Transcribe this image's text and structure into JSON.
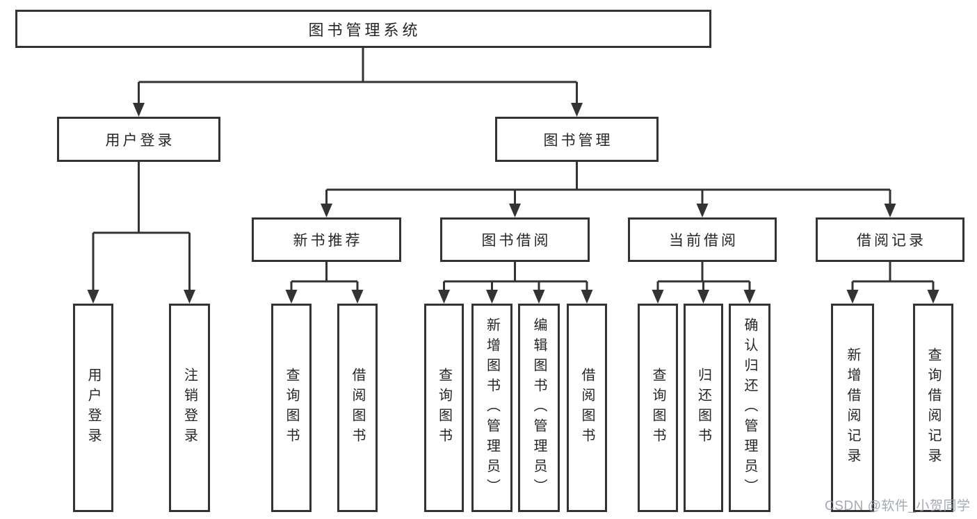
{
  "diagram": {
    "title": "图书管理系统",
    "colors": {
      "line": "#333333",
      "text": "#262626",
      "box_background": "#ffffff",
      "watermark": "#949aa3"
    },
    "nodes": {
      "root": "图书管理系统",
      "user_login": "用户登录",
      "book_mgmt": "图书管理",
      "new_books": "新书推荐",
      "book_borrow": "图书借阅",
      "current_borrow": "当前借阅",
      "borrow_records": "借阅记录",
      "ul_login": "用户登录",
      "ul_logout": "注销登录",
      "nb_query": "查询图书",
      "nb_borrow": "借阅图书",
      "bb_query": "查询图书",
      "bb_add": "新增图书（管理员）",
      "bb_edit": "编辑图书（管理员）",
      "bb_borrow": "借阅图书",
      "cb_query": "查询图书",
      "cb_return": "归还图书",
      "cb_confirm": "确认归还（管理员）",
      "br_add": "新增借阅记录",
      "br_query": "查询借阅记录"
    },
    "watermark": "CSDN @软件_小贺同学"
  }
}
